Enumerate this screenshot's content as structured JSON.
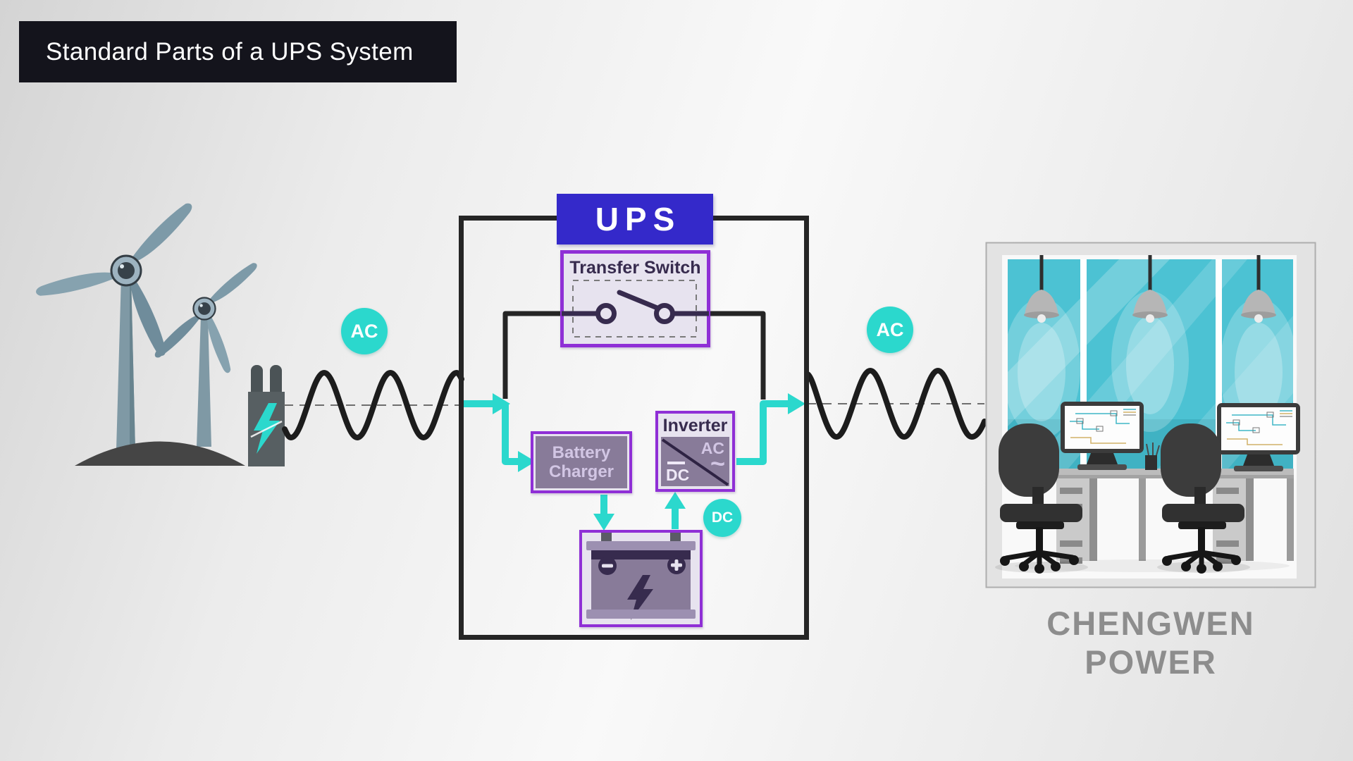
{
  "title": "Standard Parts of a UPS System",
  "ups": {
    "label": "UPS",
    "transfer_switch_label": "Transfer Switch",
    "battery_charger_label": "Battery Charger",
    "inverter": {
      "label": "Inverter",
      "ac": "AC",
      "wave": "~",
      "dc": "DC"
    },
    "battery": {
      "minus_symbol": "−",
      "plus_symbol": "+"
    }
  },
  "badges": {
    "ac_input": "AC",
    "ac_output": "AC",
    "dc": "DC"
  },
  "brand": {
    "line1": "CHENGWEN",
    "line2": "POWER"
  },
  "colors": {
    "teal": "#2BD8CD",
    "purple_border": "#8F2FD6",
    "ups_blue": "#3429CA",
    "dark_purple": "#372B4E",
    "panel_fill": "#887B99",
    "panel_light": "#E7E3EF",
    "title_bg": "#14141C",
    "brand_gray": "#8D8D8D",
    "window_teal": "#4CC2D3",
    "wire_black": "#252525"
  }
}
